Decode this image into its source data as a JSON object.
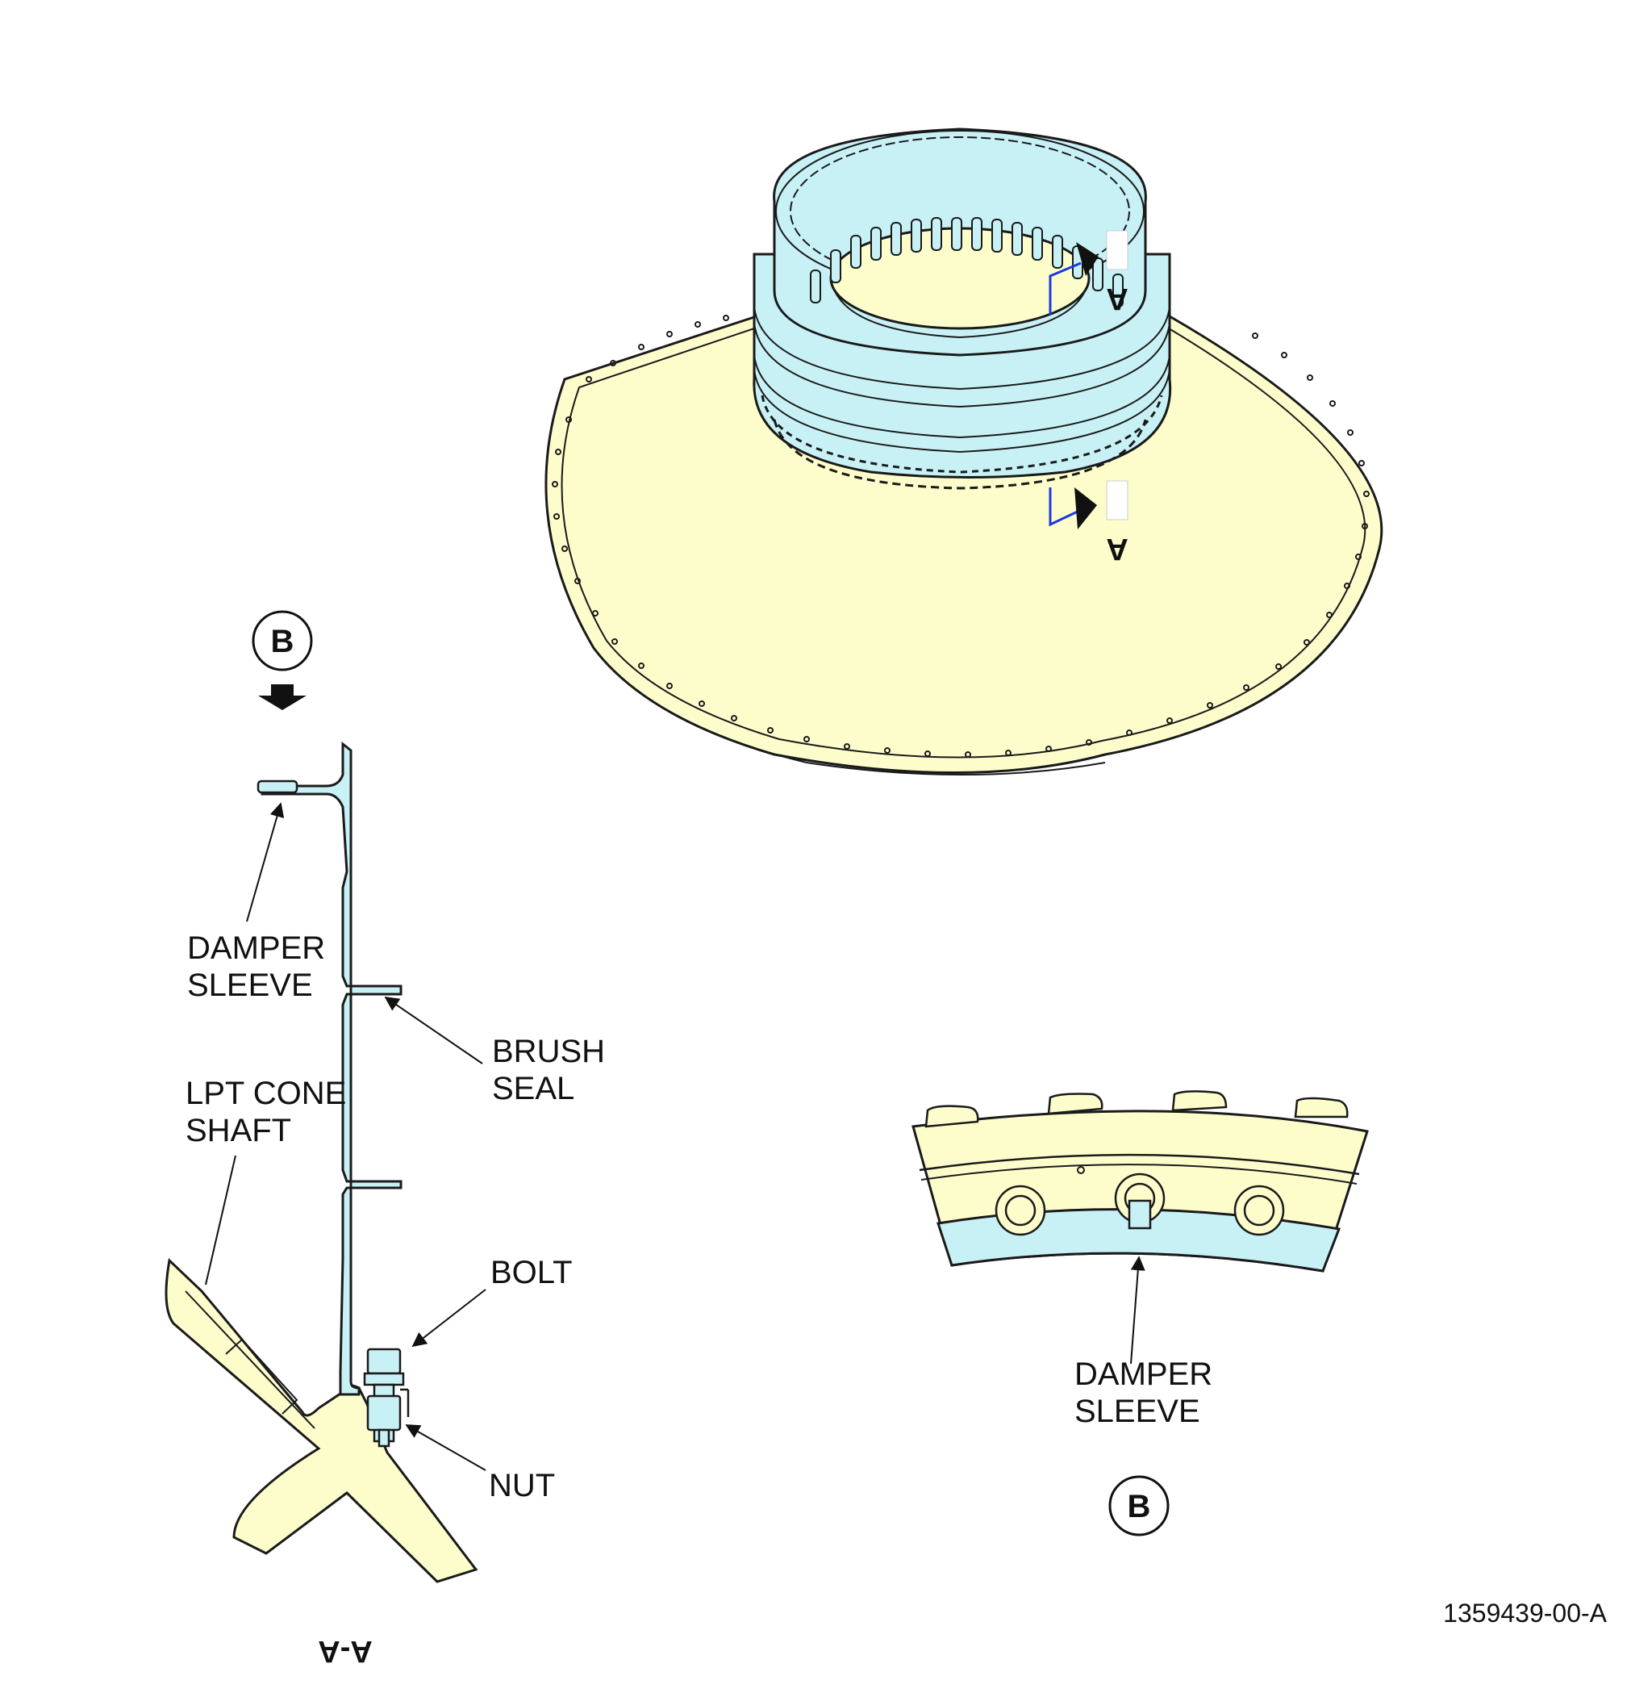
{
  "figure_id": "1359439-00-A",
  "colors": {
    "cone_fill": "#fdfdcc",
    "ring_fill": "#c8f1f6",
    "outline": "#1a1a1a",
    "section_line": "#1a3adf"
  },
  "isometric_view": {
    "section_mark_top": "A",
    "section_mark_bottom": "A"
  },
  "section_aa": {
    "view_title": "A-A",
    "view_b_marker": "B",
    "labels": {
      "damper_sleeve": [
        "DAMPER",
        "SLEEVE"
      ],
      "brush_seal": [
        "BRUSH",
        "SEAL"
      ],
      "lpt_cone_shaft": [
        "LPT CONE",
        "SHAFT"
      ],
      "bolt": "BOLT",
      "nut": "NUT"
    }
  },
  "detail_b": {
    "view_title": "B",
    "labels": {
      "damper_sleeve": [
        "DAMPER",
        "SLEEVE"
      ]
    }
  },
  "icons": [
    "view-direction-arrow-icon",
    "section-cut-arrow-icon",
    "leader-arrow-icon"
  ]
}
